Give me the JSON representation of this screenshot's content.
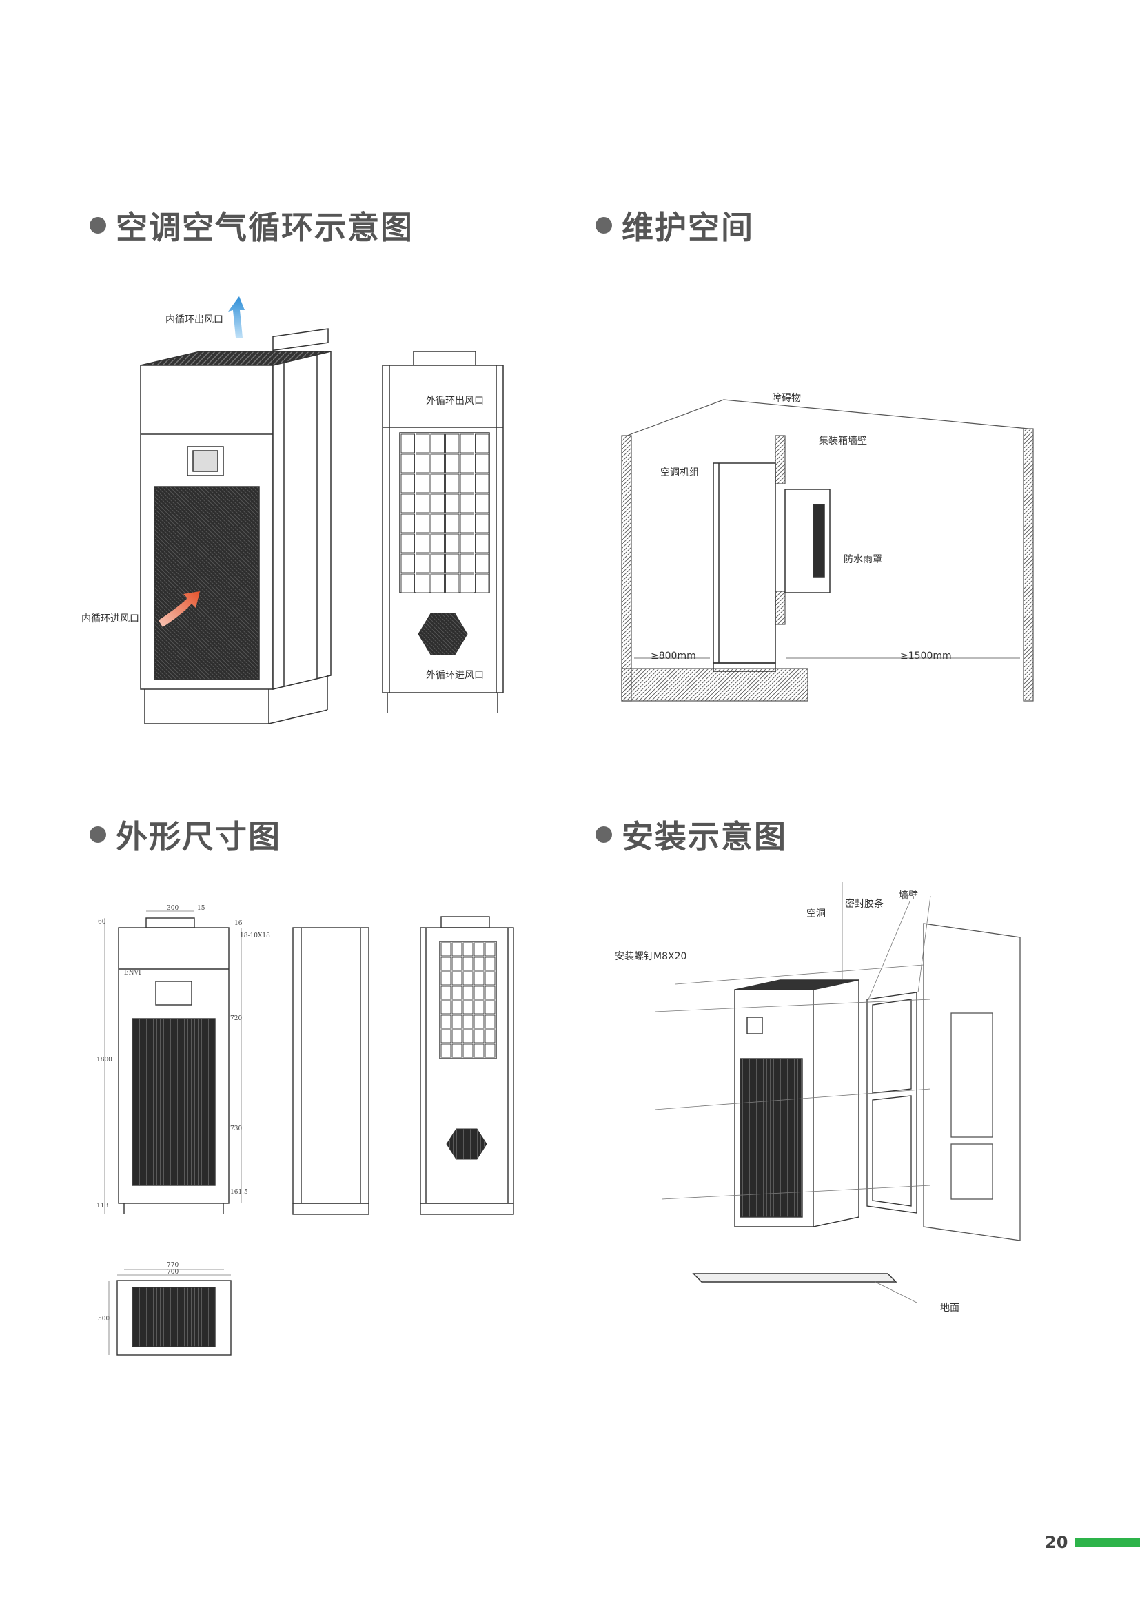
{
  "sections": {
    "air_circulation": {
      "title": "空调空气循环示意图"
    },
    "maintenance": {
      "title": "维护空间"
    },
    "dimensions": {
      "title": "外形尺寸图"
    },
    "installation": {
      "title": "安装示意图"
    }
  },
  "air_circulation": {
    "inner_outlet": "内循环出风口",
    "inner_inlet": "内循环进风口",
    "outer_outlet": "外循环出风口",
    "outer_inlet": "外循环进风口"
  },
  "maintenance": {
    "obstacle": "障碍物",
    "container_wall": "集装箱墙壁",
    "ac_unit": "空调机组",
    "rain_cover": "防水雨罩",
    "front_clearance": "≥800mm",
    "rear_clearance": "≥1500mm"
  },
  "dimensions": {
    "top_width": "300",
    "top_offset": "15",
    "top_height": "60",
    "side_gap": "16",
    "hole_spec": "18-10X18",
    "upper_height": "720",
    "total_height": "1800",
    "lower_height": "730",
    "base_height": "113",
    "bottom_gap": "161.5",
    "plan_outer_width": "770",
    "plan_inner_width": "700",
    "plan_depth": "500",
    "brand": "ENVI"
  },
  "installation": {
    "wall": "墙壁",
    "sealing_strip": "密封胶条",
    "wall_hole": "空洞",
    "bolt_spec": "安装螺钉M8X20",
    "floor": "地面"
  },
  "footer": {
    "page_number": "20"
  },
  "colors": {
    "accent": "#2db34a",
    "title": "#555555",
    "arrow_out": "#2f8fd8",
    "arrow_in": "#e5542d"
  }
}
